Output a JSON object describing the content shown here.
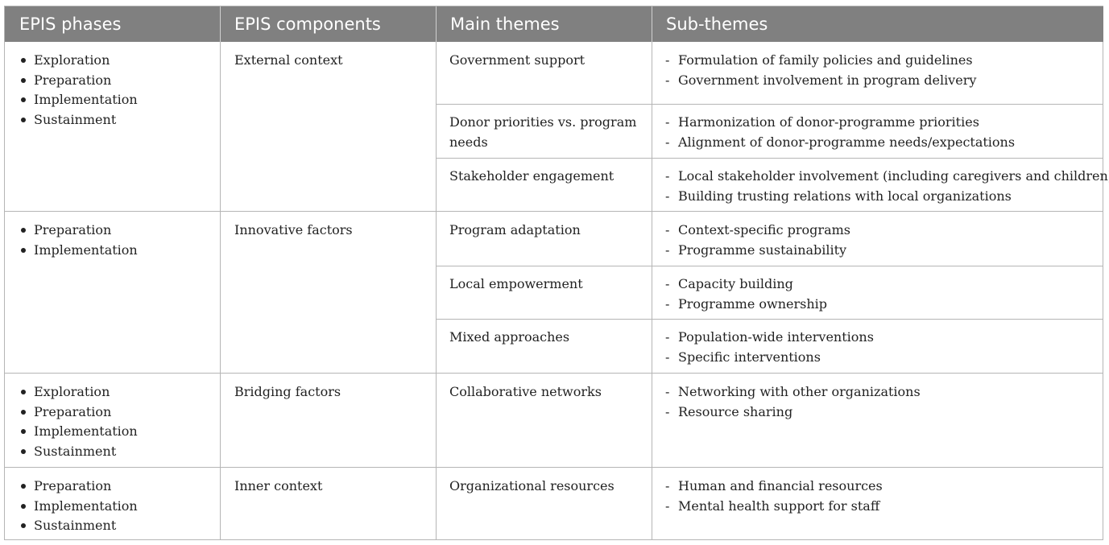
{
  "headers": [
    "EPIS phases",
    "EPIS components",
    "Main themes",
    "Sub-themes"
  ],
  "groups": [
    {
      "phases": [
        "Exploration",
        "Preparation",
        "Implementation",
        " Sustainment"
      ],
      "component": "External context",
      "themes": [
        {
          "main": "Government support",
          "subs": [
            "Formulation of family policies and guidelines",
            "Government involvement in program delivery"
          ]
        },
        {
          "main": "Donor priorities vs. program needs",
          "subs": [
            "Harmonization of donor-programme priorities",
            "Alignment of donor-programme needs/expectations"
          ]
        },
        {
          "main": "Stakeholder engagement",
          "subs": [
            "Local stakeholder involvement (including caregivers and children)",
            "Building trusting relations with local organizations"
          ]
        }
      ]
    },
    {
      "phases": [
        "Preparation",
        " Implementation"
      ],
      "component": "Innovative factors",
      "themes": [
        {
          "main": "Program adaptation",
          "subs": [
            "Context-specific programs",
            "Programme sustainability"
          ]
        },
        {
          "main": "Local empowerment",
          "subs": [
            "Capacity building",
            "Programme ownership"
          ]
        },
        {
          "main": "Mixed approaches",
          "subs": [
            "Population-wide interventions",
            "Specific interventions"
          ]
        }
      ]
    },
    {
      "phases": [
        "Exploration",
        "Preparation",
        "Implementation",
        " Sustainment"
      ],
      "component": "Bridging factors",
      "themes": [
        {
          "main": "Collaborative networks",
          "subs": [
            "Networking with other organizations",
            "Resource sharing"
          ]
        }
      ]
    },
    {
      "phases": [
        "Preparation",
        "Implementation",
        " Sustainment"
      ],
      "component": "Inner context",
      "themes": [
        {
          "main": "Organizational resources",
          "subs": [
            "Human and financial resources",
            "Mental health support for staff"
          ]
        }
      ]
    }
  ]
}
